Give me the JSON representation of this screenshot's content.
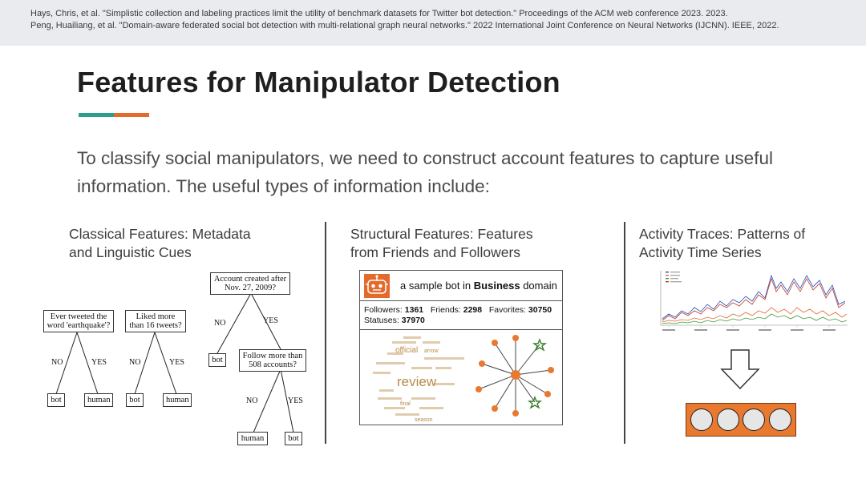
{
  "references": [
    "Hays, Chris, et al. \"Simplistic collection and labeling practices limit the utility of benchmark datasets for Twitter bot detection.\" Proceedings of the ACM web conference 2023. 2023.",
    "Peng, Huailiang, et al. \"Domain-aware federated social bot detection with multi-relational graph neural networks.\" 2022 International Joint Conference on Neural Networks (IJCNN). IEEE, 2022."
  ],
  "title": "Features for Manipulator Detection",
  "intro": "To classify social manipulators, we need to construct account features to capture useful information. The useful types of information include:",
  "columns": {
    "classical": {
      "title_line1": "Classical Features: Metadata",
      "title_line2": "and Linguistic Cues"
    },
    "structural": {
      "title_line1": "Structural Features: Features",
      "title_line2": "from Friends and Followers"
    },
    "activity": {
      "title_line1": "Activity Traces: Patterns of",
      "title_line2": "Activity Time Series"
    }
  },
  "tree": {
    "q1": "Ever tweeted the word 'earthquake'?",
    "q2": "Liked more than 16 tweets?",
    "q3": "Account created after Nov. 27, 2009?",
    "q4": "Follow more than 508 accounts?",
    "no": "NO",
    "yes": "YES",
    "bot": "bot",
    "human": "human"
  },
  "card": {
    "header_prefix": "a sample bot in ",
    "header_bold": "Business",
    "header_suffix": " domain",
    "followers_label": "Followers: ",
    "followers": "1361",
    "friends_label": "Friends: ",
    "friends": "2298",
    "favorites_label": "Favorites: ",
    "favorites": "30750",
    "statuses_label": "Statuses: ",
    "statuses": "37970"
  },
  "colors": {
    "accent_teal": "#2a9d8f",
    "accent_orange": "#e46a2c",
    "node_orange": "#e8792f",
    "star_green": "#3a7d2c"
  },
  "icons": [
    "robot-icon",
    "down-arrow-icon"
  ]
}
